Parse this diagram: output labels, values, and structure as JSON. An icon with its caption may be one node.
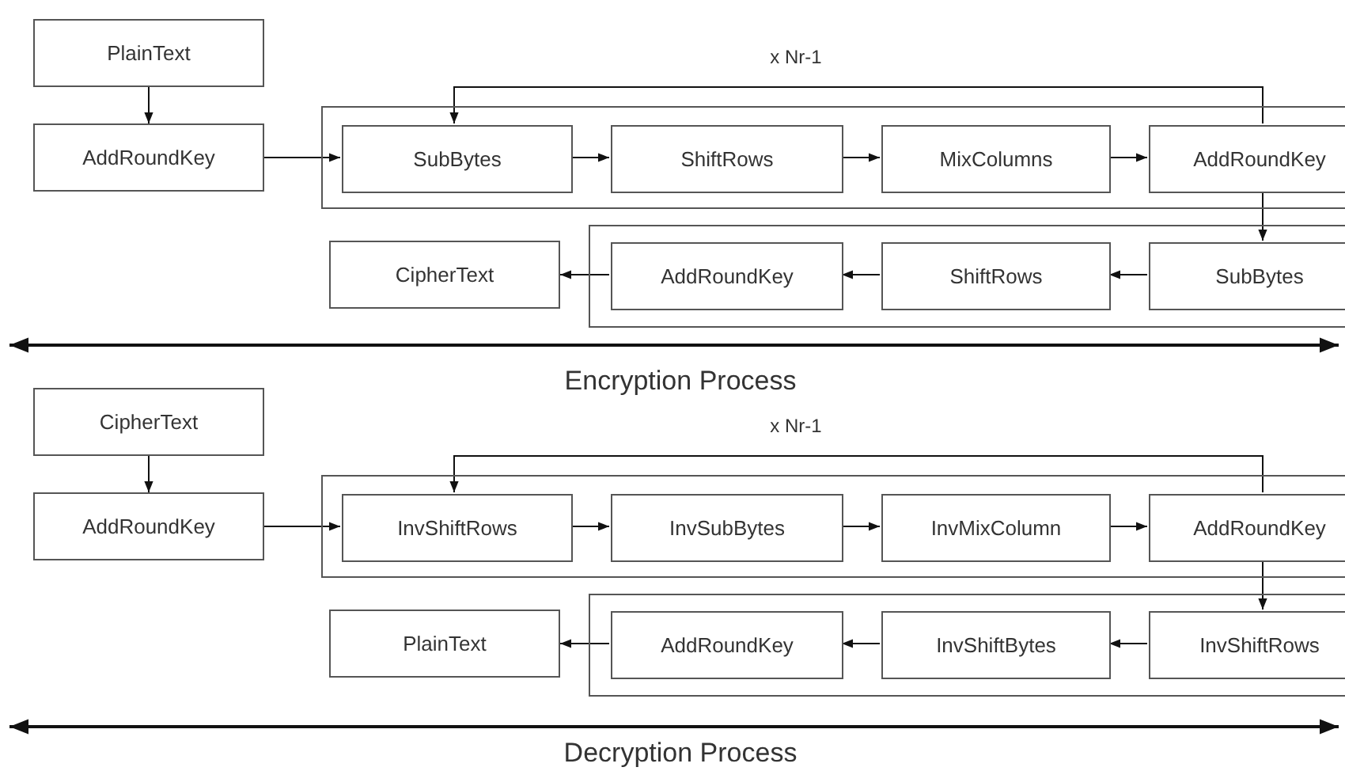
{
  "diagram": {
    "nodes": [
      {
        "text": [
          "PlainText"
        ]
      },
      {
        "text": [
          "AddRoundKey"
        ]
      },
      {
        "text": [],
        "shape": "box"
      },
      {
        "text": [
          "SubBytes"
        ],
        "in": 2
      },
      {
        "text": [
          "ShiftRows"
        ],
        "in": 2
      },
      {
        "text": [
          "MixColumns"
        ],
        "in": 2
      },
      {
        "text": [
          "AddRoundKey"
        ],
        "in": 2
      },
      {
        "text": [],
        "shape": "box"
      },
      {
        "text": [
          "SubBytes"
        ],
        "in": 7
      },
      {
        "text": [
          "ShiftRows"
        ],
        "in": 7
      },
      {
        "text": [
          "AddRoundKey"
        ],
        "in": 7
      },
      {
        "text": [
          "CipherText"
        ]
      },
      {
        "text": [
          "CipherText"
        ]
      },
      {
        "text": [
          "AddRoundKey"
        ]
      },
      {
        "text": [],
        "shape": "box"
      },
      {
        "text": [
          "InvShiftRows"
        ],
        "in": 14
      },
      {
        "text": [
          "InvSubBytes"
        ],
        "in": 14
      },
      {
        "text": [
          "InvMixColumn"
        ],
        "in": 14
      },
      {
        "text": [
          "AddRoundKey"
        ],
        "in": 14
      },
      {
        "text": [],
        "shape": "box"
      },
      {
        "text": [
          "InvShiftRows"
        ],
        "in": 19
      },
      {
        "text": [
          "InvShiftBytes"
        ],
        "in": 19
      },
      {
        "text": [
          "AddRoundKey"
        ],
        "in": 19
      },
      {
        "text": [
          "PlainText"
        ]
      }
    ],
    "edges": [
      {
        "from": 0,
        "to": 1,
        "arrow": "to"
      },
      {
        "from": 1,
        "to": 3,
        "arrow": "to"
      },
      {
        "from": 3,
        "to": 4,
        "arrow": "to"
      },
      {
        "from": 4,
        "to": 5,
        "arrow": "to"
      },
      {
        "from": 5,
        "to": 6,
        "arrow": "to"
      },
      {
        "from": 6,
        "to": 3,
        "arrow": "to"
      },
      {
        "from": 6,
        "to": 8,
        "arrow": "to"
      },
      {
        "from": 8,
        "to": 9,
        "arrow": "to"
      },
      {
        "from": 9,
        "to": 10,
        "arrow": "to"
      },
      {
        "from": 10,
        "to": 11,
        "arrow": "to"
      },
      {
        "from": 12,
        "to": 13,
        "arrow": "to"
      },
      {
        "from": 13,
        "to": 15,
        "arrow": "to"
      },
      {
        "from": 15,
        "to": 16,
        "arrow": "to"
      },
      {
        "from": 16,
        "to": 17,
        "arrow": "to"
      },
      {
        "from": 17,
        "to": 18,
        "arrow": "to"
      },
      {
        "from": 18,
        "to": 15,
        "arrow": "to"
      },
      {
        "from": 18,
        "to": 20,
        "arrow": "to"
      },
      {
        "from": 20,
        "to": 21,
        "arrow": "to"
      },
      {
        "from": 21,
        "to": 22,
        "arrow": "to"
      },
      {
        "from": 22,
        "to": 23,
        "arrow": "to"
      }
    ],
    "labels": [
      "x Nr-1",
      "Encryption Process",
      "x Nr-1",
      "Decryption Process"
    ]
  }
}
